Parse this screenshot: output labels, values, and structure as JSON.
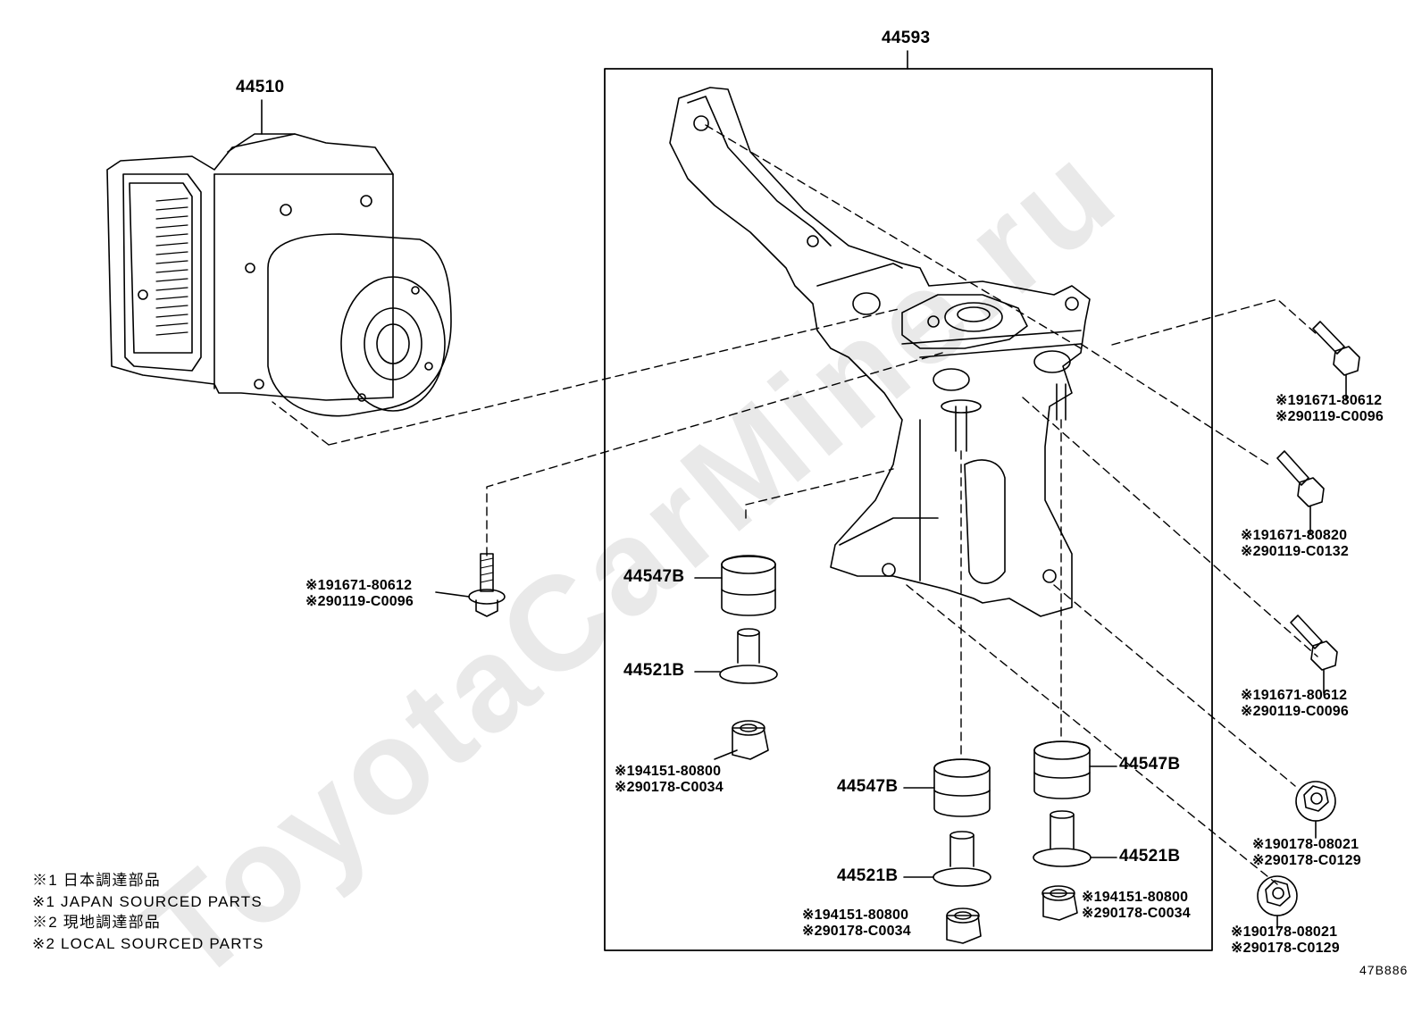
{
  "watermark": "ToyotaCarMine.ru",
  "part_numbers": {
    "actuator": "44510",
    "bracket_assembly": "44593",
    "cushion_left": "44547B",
    "collar_left": "44521B",
    "cushion_bottom_left": "44547B",
    "collar_bottom_left": "44521B",
    "cushion_bottom_right": "44547B",
    "collar_bottom_right": "44521B"
  },
  "fasteners": {
    "left_bolt": [
      "※191671-80612",
      "※290119-C0096"
    ],
    "left_nut": [
      "※194151-80800",
      "※290178-C0034"
    ],
    "bottom_left_nut": [
      "※194151-80800",
      "※290178-C0034"
    ],
    "bottom_right_nut": [
      "※194151-80800",
      "※290178-C0034"
    ],
    "right_bolt_1": [
      "※191671-80612",
      "※290119-C0096"
    ],
    "right_bolt_2": [
      "※191671-80820",
      "※290119-C0132"
    ],
    "right_bolt_3": [
      "※191671-80612",
      "※290119-C0096"
    ],
    "right_nut_1": [
      "※190178-08021",
      "※290178-C0129"
    ],
    "right_nut_2": [
      "※190178-08021",
      "※290178-C0129"
    ]
  },
  "legend": [
    "※1 日本調達部品",
    "※1 JAPAN SOURCED PARTS",
    "※2 現地調達部品",
    "※2 LOCAL SOURCED PARTS"
  ],
  "figure_code": "47B886"
}
